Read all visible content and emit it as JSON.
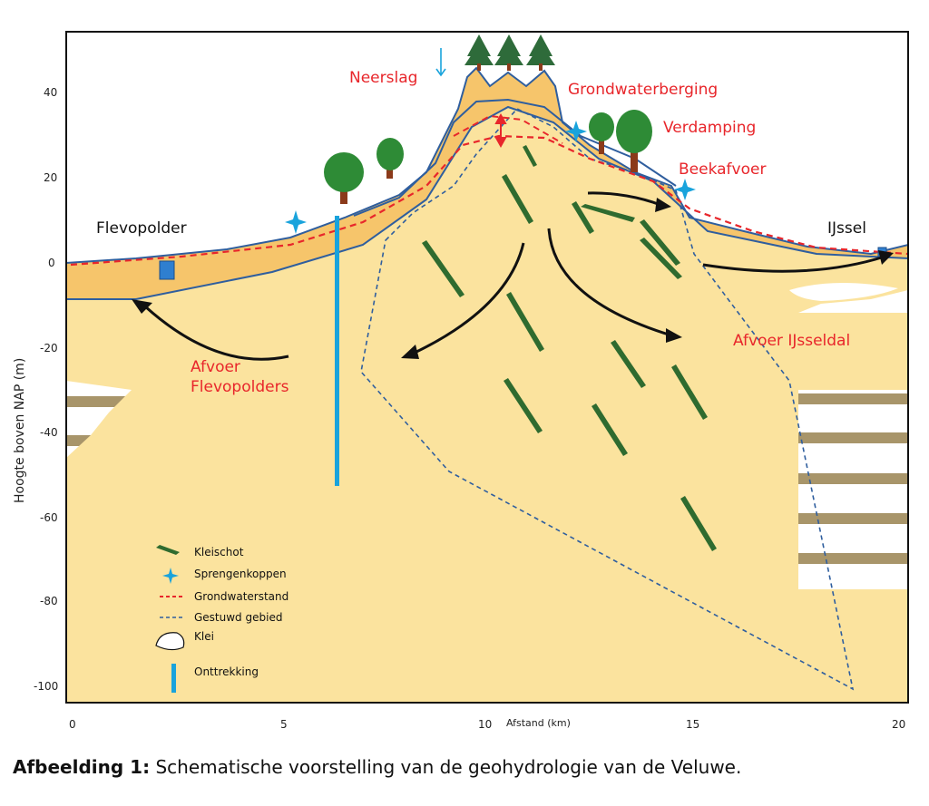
{
  "labels": {
    "flevopolder": "Flevopolder",
    "ijssel": "IJssel",
    "neerslag": "Neerslag",
    "grondwaterberging": "Grondwaterberging",
    "verdamping": "Verdamping",
    "beekafvoer": "Beekafvoer",
    "afvoer_flevo_1": "Afvoer",
    "afvoer_flevo_2": "Flevopolders",
    "afvoer_ijsseldal": "Afvoer IJsseldal"
  },
  "axes": {
    "y_label": "Hoogte boven NAP (m)",
    "y_ticks": [
      "40",
      "20",
      "0",
      "-20",
      "-40",
      "-60",
      "-80",
      "-100"
    ],
    "x_label": "Afstand (km)",
    "x_ticks": [
      "0",
      "5",
      "10",
      "15",
      "20"
    ]
  },
  "legend": {
    "kleischot": "Kleischot",
    "sprengenkoppen": "Sprengenkoppen",
    "grondwaterstand": "Grondwaterstand",
    "gestuwd": "Gestuwd gebied",
    "klei": "Klei",
    "onttrekking": "Onttrekking"
  },
  "caption": {
    "bold": "Afbeelding 1:",
    "text": "Schematische voorstelling van de geohydrologie van de Veluwe."
  },
  "colors": {
    "sand": "#fbe39e",
    "sand_dark": "#f6c56b",
    "outline": "#2f5e9e",
    "red": "#e8262b",
    "cyan": "#19a3dc",
    "clay": "#7a6a3a",
    "tree_green": "#2e8b36",
    "kleischot": "#2f6b2f"
  }
}
